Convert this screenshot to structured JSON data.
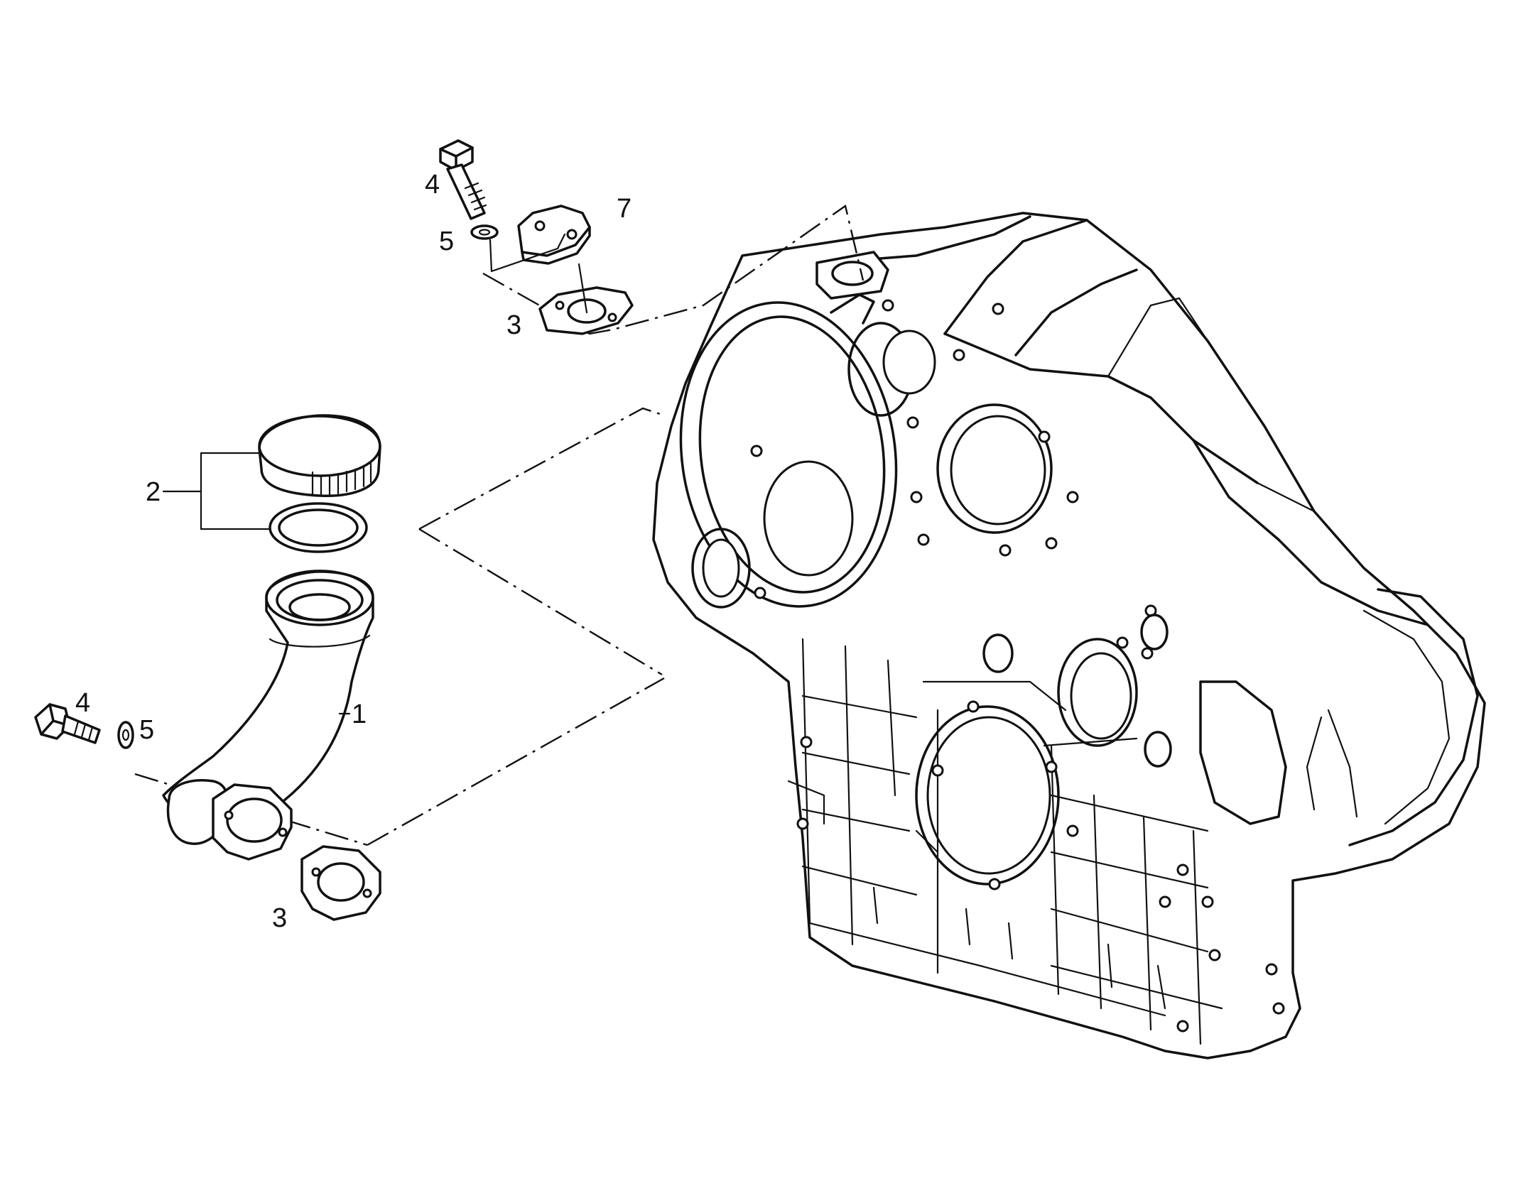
{
  "labels": {
    "pipe": "1",
    "cap_set": "2",
    "gasket_lower": "3",
    "gasket_upper": "3",
    "bolt_lower": "4",
    "bolt_upper": "4",
    "washer_lower": "5",
    "washer_upper": "5",
    "cover_plate": "7"
  },
  "colors": {
    "ink": "#111111",
    "paper": "#ffffff"
  }
}
